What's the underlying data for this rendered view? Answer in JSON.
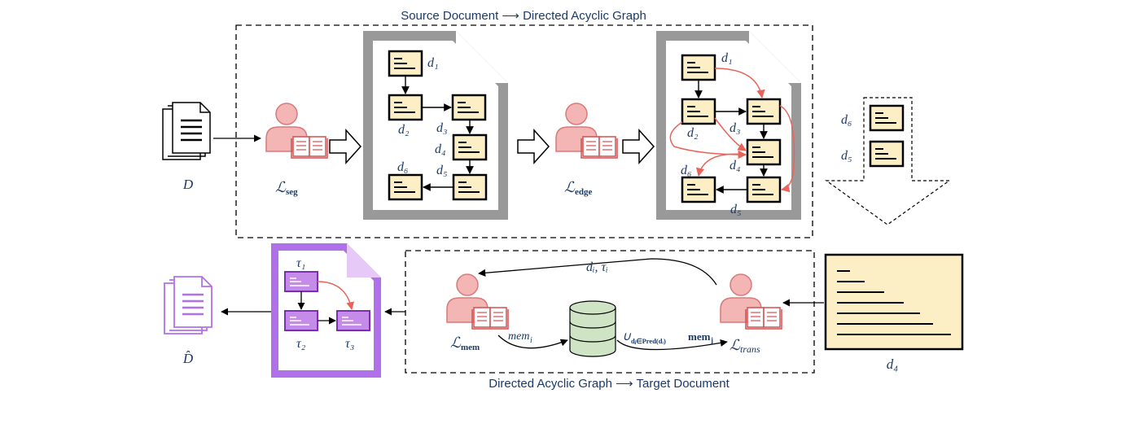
{
  "titles": {
    "top": "Source Document ⟶ Directed Acyclic Graph",
    "bottom": "Directed Acyclic Graph ⟶ Target Document"
  },
  "labels": {
    "D": "D",
    "D_hat": "D̂",
    "L_seg": "ℒ",
    "L_seg_sub": "seg",
    "L_edge": "ℒ",
    "L_edge_sub": "edge",
    "L_mem": "ℒ",
    "L_mem_sub": "mem",
    "L_trans": "ℒ",
    "L_trans_sub": "trans",
    "mem_i": "mem",
    "mem_i_sub": "i",
    "union_label": "∪",
    "union_sub": "dⱼ∈Pred(dᵢ)",
    "union_mem": "mem",
    "union_mem_sub": "j",
    "di_ti": "dᵢ, τᵢ",
    "d4_big": "d₄"
  },
  "segment_doc": {
    "nodes": [
      "d₁",
      "d₂",
      "d₃",
      "d₄",
      "d₅",
      "d₆"
    ]
  },
  "edge_doc": {
    "nodes": [
      "d₁",
      "d₂",
      "d₃",
      "d₄",
      "d₅",
      "d₆"
    ]
  },
  "queue": {
    "nodes": [
      "d₆",
      "d₅"
    ]
  },
  "output_doc": {
    "nodes": [
      "τ₁",
      "τ₂",
      "τ₃"
    ]
  },
  "colors": {
    "text": "#1b3a66",
    "node_fill": "#fcefc6",
    "person": "#f4b5b5",
    "person_stroke": "#d87a7a",
    "red_edge": "#e8635a",
    "purple": "#b070ea",
    "purple_fill": "#e7c9f8",
    "db_fill": "#cfe4c4",
    "doc_gray": "#999999"
  }
}
